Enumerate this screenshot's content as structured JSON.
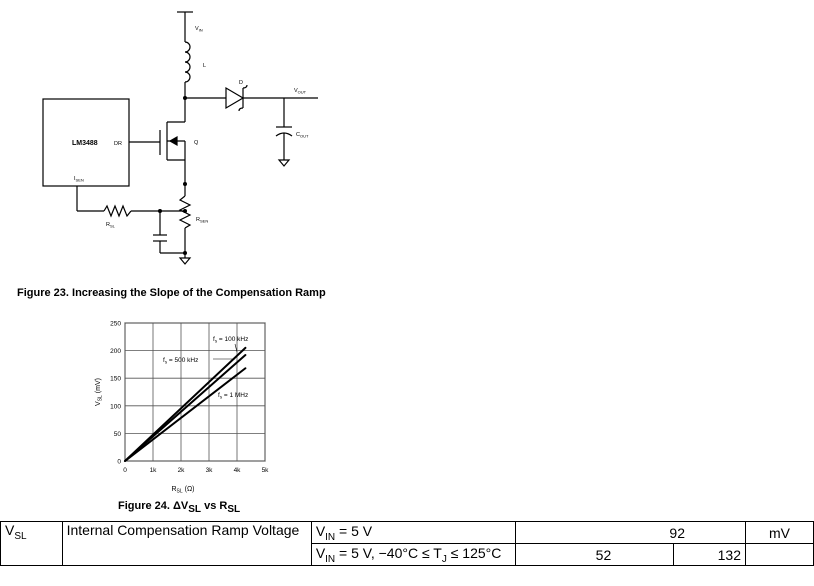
{
  "schematic": {
    "chip_label": "LM3488",
    "pin_dr": "DR",
    "pin_isen": "I",
    "pin_isen_sub": "SEN",
    "vin": "V",
    "vin_sub": "IN",
    "inductor": "L",
    "diode": "D",
    "vout": "V",
    "vout_sub": "OUT",
    "cout": "C",
    "cout_sub": "OUT",
    "mosfet": "Q",
    "rsen": "R",
    "rsen_sub": "SEN",
    "rsl": "R",
    "rsl_sub": "SL"
  },
  "figure23_caption": "Figure 23.  Increasing the Slope of the Compensation Ramp",
  "figure24_caption_prefix": "Figure 24.  ΔV",
  "figure24_caption_sub1": "SL",
  "figure24_caption_mid": " vs R",
  "figure24_caption_sub2": "SL",
  "chart_data": {
    "type": "line",
    "xlabel": "R",
    "xlabel_sub": "SL",
    "xlabel_unit": "(Ω)",
    "ylabel": "V",
    "ylabel_sub": "SL",
    "ylabel_unit": "(mV)",
    "xlim": [
      0,
      5000
    ],
    "ylim": [
      0,
      250
    ],
    "x_ticks": [
      0,
      1000,
      2000,
      3000,
      4000,
      5000
    ],
    "x_tick_labels": [
      "0",
      "1k",
      "2k",
      "3k",
      "4k",
      "5k"
    ],
    "y_ticks": [
      0,
      50,
      100,
      150,
      200,
      250
    ],
    "y_tick_labels": [
      "0",
      "50",
      "100",
      "150",
      "200",
      "250"
    ],
    "grid": true,
    "series": [
      {
        "name": "fs = 100 kHz",
        "x": [
          0,
          4300
        ],
        "y": [
          0,
          205
        ]
      },
      {
        "name": "fs = 500 kHz",
        "x": [
          0,
          4300
        ],
        "y": [
          0,
          192
        ]
      },
      {
        "name": "fs = 1 MHz",
        "x": [
          0,
          4300
        ],
        "y": [
          0,
          168
        ]
      }
    ],
    "annotations": [
      {
        "prefix": "f",
        "sub": "s",
        "text": " = 100 kHz"
      },
      {
        "prefix": "f",
        "sub": "s",
        "text": " = 500 kHz"
      },
      {
        "prefix": "f",
        "sub": "s",
        "text": " = 1 MHz"
      }
    ]
  },
  "spec_table": {
    "symbol": "V",
    "symbol_sub": "SL",
    "parameter": "Internal Compensation Ramp Voltage",
    "rows": [
      {
        "cond_pre": "V",
        "cond_sub": "IN",
        "cond_post": " = 5 V",
        "min": "",
        "typ": "92",
        "max": "",
        "units": "mV"
      },
      {
        "cond_pre": "V",
        "cond_sub": "IN",
        "cond_post": " = 5 V, −40°C ≤ T",
        "cond_sub2": "J",
        "cond_post2": " ≤ 125°C",
        "min": "52",
        "typ": "",
        "max": "132",
        "units": ""
      }
    ]
  }
}
